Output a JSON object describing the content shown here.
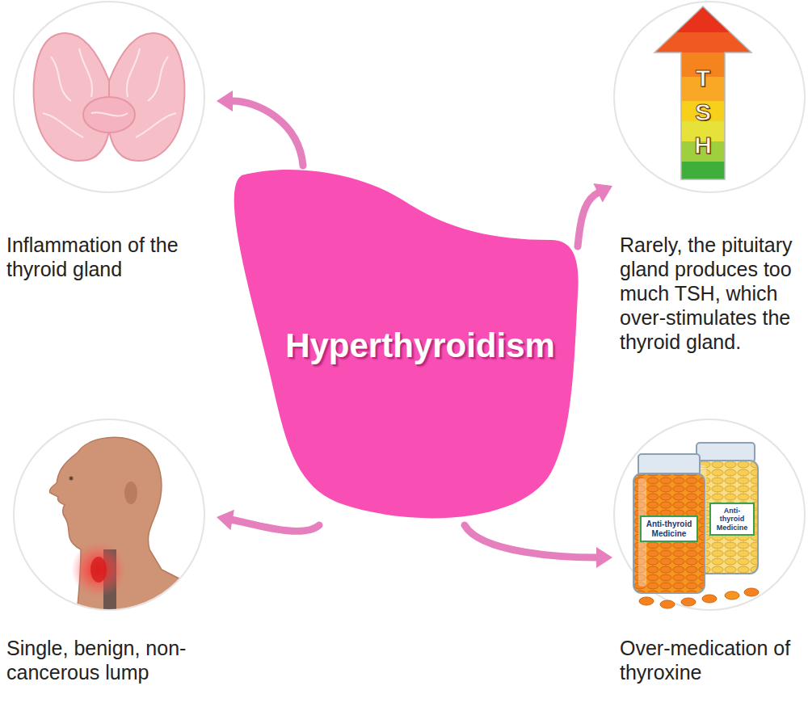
{
  "diagram": {
    "nodes": [
      {
        "text": [
          "Inflammation of the thyroid gland"
        ]
      },
      {
        "text": [
          "Rarely, the pituitary gland produces too much TSH, which over-stimulates the thyroid gland."
        ]
      },
      {
        "text": [
          "Hyperthyroidism"
        ]
      },
      {
        "text": [
          "Single, benign, non-cancerous lump"
        ]
      },
      {
        "text": [
          "Over-medication of thyroxine"
        ]
      }
    ],
    "edges": [
      {
        "from": 2,
        "to": 0,
        "arrow": "to"
      },
      {
        "from": 2,
        "to": 1,
        "arrow": "to"
      },
      {
        "from": 2,
        "to": 3,
        "arrow": "to"
      },
      {
        "from": 2,
        "to": 4,
        "arrow": "to"
      }
    ],
    "labels": [
      "T",
      "S",
      "H",
      "Anti-thyroid Medicine",
      "Anti-thyroid Medicine"
    ]
  }
}
